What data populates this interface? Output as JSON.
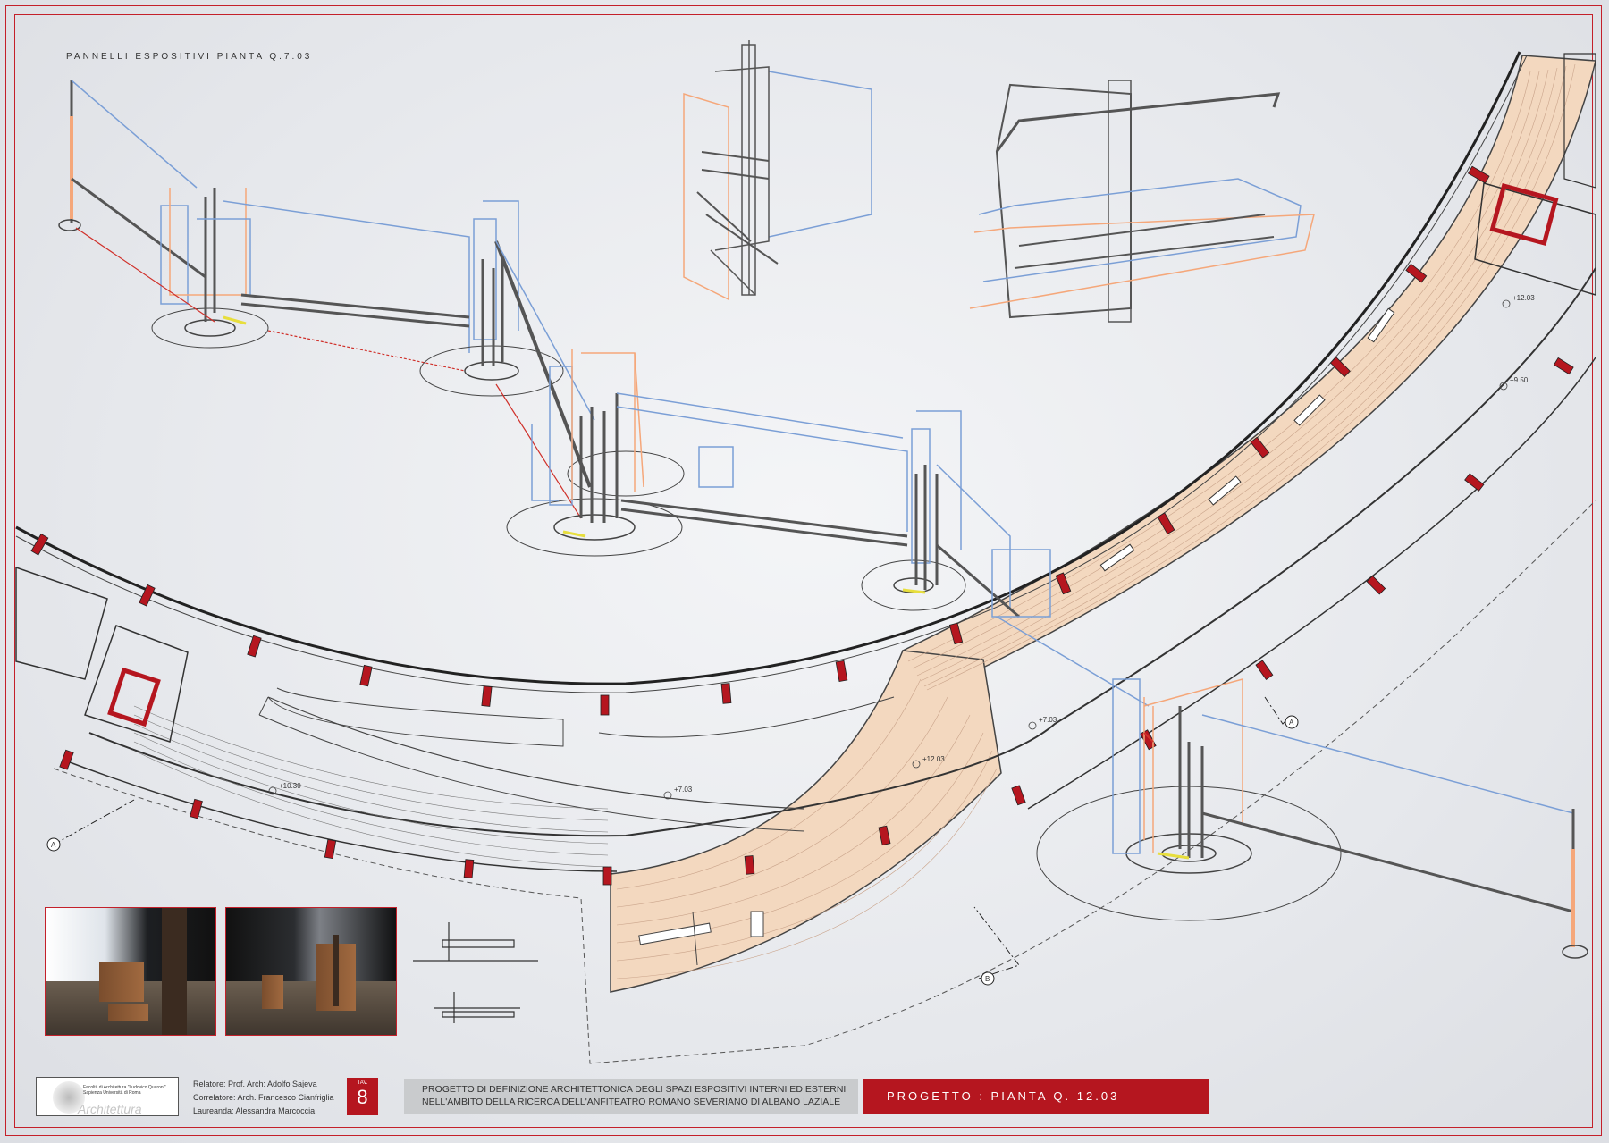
{
  "sheet": {
    "heading": "PANNELLI ESPOSITIVI PIANTA Q.7.03"
  },
  "levels": {
    "plus_10_30": "+10.30",
    "plus_7_03_left": "+7.03",
    "plus_12_03": "+12.03",
    "plus_7_03_right": "+7.03",
    "plus_9_50": "+9.50",
    "plus_12_03_right": "+12.03"
  },
  "section_markers": {
    "a_left": "A",
    "a_right": "A",
    "b": "B"
  },
  "title_block": {
    "logo_text": "Facoltà di Architettura \"Ludovico Quaroni\" Sapienza Università di Roma",
    "logo_word": "Architettura",
    "relatore": "Relatore: Prof. Arch: Adolfo Sajeva",
    "correlatore": "Correlatore: Arch. Francesco Cianfriglia",
    "laureanda": "Laureanda: Alessandra Marcoccia",
    "tav_label": "TAV.",
    "tav_number": "8",
    "title_line1": "PROGETTO DI DEFINIZIONE ARCHITETTONICA DEGLI SPAZI ESPOSITIVI INTERNI ED ESTERNI",
    "title_line2": "NELL'AMBITO DELLA RICERCA  DELL'ANFITEATRO ROMANO SEVERIANO  DI ALBANO LAZIALE",
    "project_label": "PROGETTO  :  PIANTA    Q. 12.03"
  },
  "colors": {
    "accent_red": "#b5161f",
    "frame_red": "#c4202a",
    "floor_wood": "#f3d8bf",
    "panel_blue": "#7b9fd6",
    "panel_orange": "#f5a77a",
    "structure_gray": "#5a5a5a"
  }
}
